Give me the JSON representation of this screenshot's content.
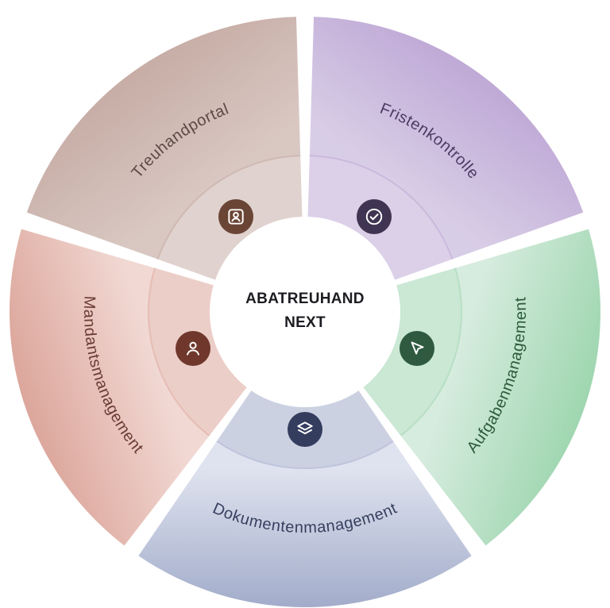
{
  "center": {
    "line1": "ABATREUHAND",
    "line2": "NEXT"
  },
  "segments": [
    {
      "id": "treuhandportal",
      "label": "Treuhandportal",
      "icon": "portrait-frame-icon",
      "color_outer": "#d9c7c2",
      "color_inner": "#c7ada6",
      "text_color": "#5a4a46",
      "badge_color": "#6a4535"
    },
    {
      "id": "fristenkontrolle",
      "label": "Fristenkontrolle",
      "icon": "check-circle-icon",
      "color_outer": "#d8cde6",
      "color_inner": "#bfa9d6",
      "text_color": "#4c3c63",
      "badge_color": "#3f3552"
    },
    {
      "id": "aufgabenmanagement",
      "label": "Aufgabenmanagement",
      "icon": "cursor-arrow-icon",
      "color_outer": "#d6ecde",
      "color_inner": "#9fd6b0",
      "text_color": "#2c5a3a",
      "badge_color": "#2f5a40"
    },
    {
      "id": "dokumentenmanagement",
      "label": "Dokumentenmanagement",
      "icon": "layers-icon",
      "color_outer": "#dfe3ef",
      "color_inner": "#a2acca",
      "text_color": "#363f5e",
      "badge_color": "#343d5e"
    },
    {
      "id": "mandantsmanagement",
      "label": "Mandantsmanagement",
      "icon": "person-icon",
      "color_outer": "#f1d8d3",
      "color_inner": "#dca69b",
      "text_color": "#6a3c33",
      "badge_color": "#70382c"
    }
  ]
}
